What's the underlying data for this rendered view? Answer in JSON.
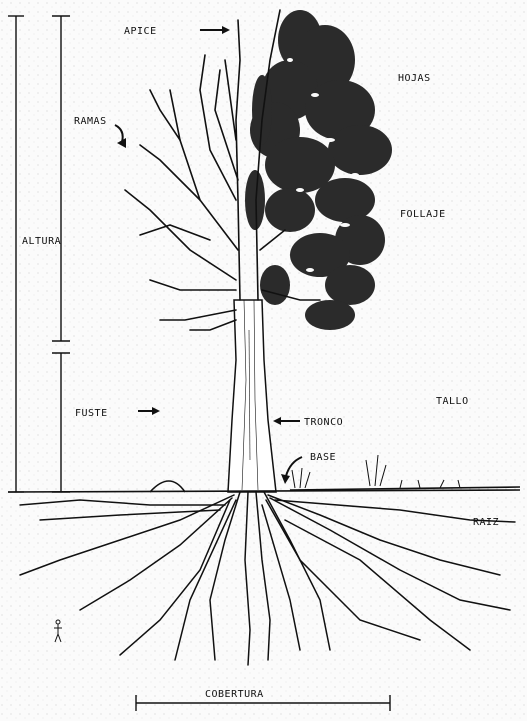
{
  "labels": {
    "apice": "APICE",
    "hojas": "HOJAS",
    "ramas": "RAMAS",
    "follaje": "FOLLAJE",
    "altura": "ALTURA",
    "tallo": "TALLO",
    "fuste": "FUSTE",
    "tronco": "TRONCO",
    "base": "BASE",
    "raiz": "RAIZ",
    "cobertura": "COBERTURA"
  },
  "colors": {
    "ink": "#111111",
    "background": "#fbfbfb",
    "foliage": "#2b2b2b"
  }
}
